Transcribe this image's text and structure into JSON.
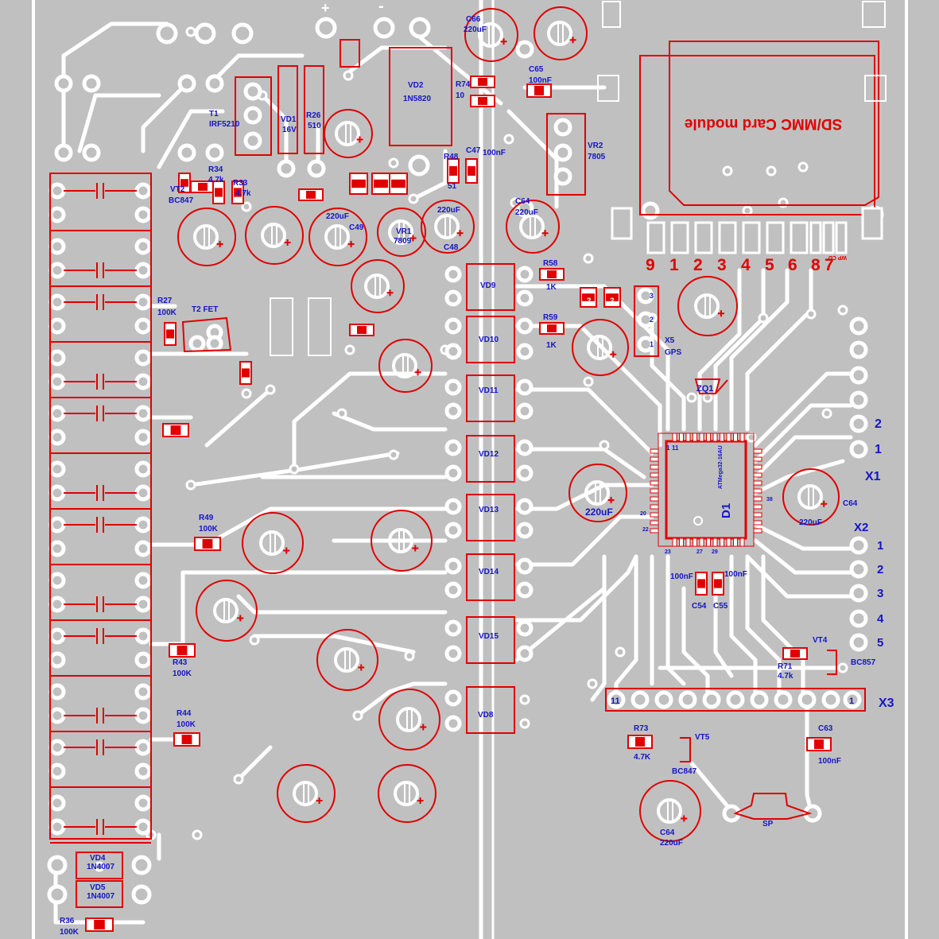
{
  "colors": {
    "background": "#c0c0c0",
    "copper": "#ffffff",
    "silkscreen": "#e00000",
    "label": "#1515c8"
  },
  "sd_module": {
    "title": "SD/MMC Card module",
    "pins": [
      "9",
      "1",
      "2",
      "3",
      "4",
      "5",
      "6",
      "8",
      "7"
    ],
    "wp_cd": "WP CD"
  },
  "polarity": {
    "plus": "+",
    "minus": "-"
  },
  "components": [
    {
      "id": "t1",
      "ref": "T1",
      "value": "IRF5210"
    },
    {
      "id": "vd1",
      "ref": "VD1",
      "value": "16V"
    },
    {
      "id": "r26",
      "ref": "R26",
      "value": "510"
    },
    {
      "id": "vd2",
      "ref": "VD2",
      "value": "1N5820"
    },
    {
      "id": "r74",
      "ref": "R74",
      "value": "10"
    },
    {
      "id": "c66",
      "ref": "C66",
      "value": "220uF"
    },
    {
      "id": "c65",
      "ref": "C65",
      "value": "100nF"
    },
    {
      "id": "r48",
      "ref": "R48",
      "value": "51"
    },
    {
      "id": "c47",
      "ref": "C47",
      "value": "100nF"
    },
    {
      "id": "vr2",
      "ref": "VR2",
      "value": "7805"
    },
    {
      "id": "r34",
      "ref": "R34",
      "value": "4.7k"
    },
    {
      "id": "r33",
      "ref": "R33",
      "value": "4.7k"
    },
    {
      "id": "vt2",
      "ref": "VT2",
      "value": "BC847"
    },
    {
      "id": "c49",
      "ref": "C49",
      "value": "220uF"
    },
    {
      "id": "vr1",
      "ref": "VR1",
      "value": "7809"
    },
    {
      "id": "c48",
      "ref": "C48",
      "value": "220uF"
    },
    {
      "id": "c64a",
      "ref": "C64",
      "value": "220uF"
    },
    {
      "id": "r58",
      "ref": "R58",
      "value": "1K"
    },
    {
      "id": "r59",
      "ref": "R59",
      "value": "1K"
    },
    {
      "id": "r27",
      "ref": "R27",
      "value": "100K"
    },
    {
      "id": "t2",
      "ref": "T2 FET",
      "value": ""
    },
    {
      "id": "x5",
      "ref": "X5",
      "value": "GPS"
    },
    {
      "id": "zq1",
      "ref": "ZQ1",
      "value": ""
    },
    {
      "id": "vd9",
      "ref": "VD9",
      "value": ""
    },
    {
      "id": "vd10",
      "ref": "VD10",
      "value": ""
    },
    {
      "id": "vd11",
      "ref": "VD11",
      "value": ""
    },
    {
      "id": "vd12",
      "ref": "VD12",
      "value": ""
    },
    {
      "id": "vd13",
      "ref": "VD13",
      "value": ""
    },
    {
      "id": "vd14",
      "ref": "VD14",
      "value": ""
    },
    {
      "id": "vd15",
      "ref": "VD15",
      "value": ""
    },
    {
      "id": "vd8",
      "ref": "VD8",
      "value": ""
    },
    {
      "id": "r49",
      "ref": "R49",
      "value": "100K"
    },
    {
      "id": "r43",
      "ref": "R43",
      "value": "100K"
    },
    {
      "id": "r44",
      "ref": "R44",
      "value": "100K"
    },
    {
      "id": "d1",
      "ref": "D1",
      "value": "ATMega32-16AU"
    },
    {
      "id": "c64b",
      "ref": "C64",
      "value": "220uF"
    },
    {
      "id": "c54",
      "ref": "C54",
      "value": "100nF"
    },
    {
      "id": "c55",
      "ref": "C55",
      "value": "100nF"
    },
    {
      "id": "r71",
      "ref": "R71",
      "value": "4.7k"
    },
    {
      "id": "vt4",
      "ref": "VT4",
      "value": "BC857"
    },
    {
      "id": "r73",
      "ref": "R73",
      "value": "4.7K"
    },
    {
      "id": "vt5",
      "ref": "VT5",
      "value": "BC847"
    },
    {
      "id": "c63",
      "ref": "C63",
      "value": "100nF"
    },
    {
      "id": "sp",
      "ref": "SP",
      "value": ""
    },
    {
      "id": "c64c",
      "ref": "C64",
      "value": "220uF"
    },
    {
      "id": "vd4",
      "ref": "VD4",
      "value": "1N4007"
    },
    {
      "id": "vd5",
      "ref": "VD5",
      "value": "1N4007"
    },
    {
      "id": "r36",
      "ref": "R36",
      "value": "100K"
    },
    {
      "id": "cap220",
      "ref": "",
      "value": "220uF"
    }
  ],
  "mcu_pins": [
    "1",
    "11",
    "38",
    "20",
    "22",
    "23",
    "27",
    "29"
  ],
  "headers": {
    "x1": {
      "ref": "X1",
      "pins": [
        "2",
        "1"
      ]
    },
    "x2": {
      "ref": "X2",
      "pins": [
        "1",
        "2",
        "3",
        "4",
        "5"
      ]
    },
    "x3": {
      "ref": "X3",
      "pins": [
        "11",
        "1"
      ]
    },
    "x5": {
      "pins": [
        "3",
        "2",
        "1"
      ]
    }
  },
  "unknown_marks": [
    "?",
    "?"
  ]
}
